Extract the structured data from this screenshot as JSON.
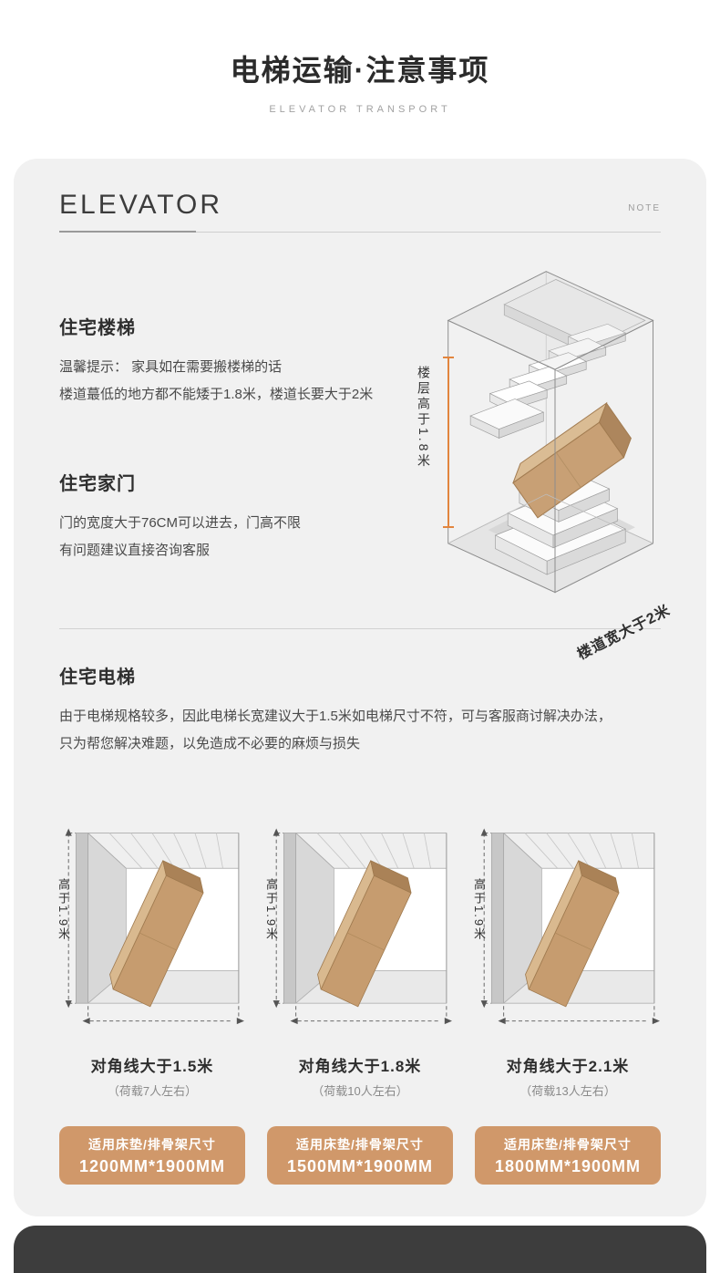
{
  "header": {
    "title": "电梯运输·注意事项",
    "subtitle": "ELEVATOR TRANSPORT"
  },
  "card": {
    "title": "ELEVATOR",
    "note": "NOTE",
    "stairs": {
      "heading": "住宅楼梯",
      "line1": "温馨提示： 家具如在需要搬楼梯的话",
      "line2": "楼道蕞低的地方都不能矮于1.8米，楼道长要大于2米",
      "diagram": {
        "height_label": "楼层高于1.8米",
        "width_label": "楼道宽大于2米"
      }
    },
    "door": {
      "heading": "住宅家门",
      "line1": "门的宽度大于76CM可以进去，门高不限",
      "line2": "有问题建议直接咨询客服"
    },
    "elevator": {
      "heading": "住宅电梯",
      "line1": "由于电梯规格较多，因此电梯长宽建议大于1.5米如电梯尺寸不符，可与客服商讨解决办法，",
      "line2": "只为帮您解决难题，以免造成不必要的麻烦与损失"
    },
    "elevators": [
      {
        "height_label": "高于1.9米",
        "diagonal_label": "对角线大于1.5米",
        "capacity": "（荷载7人左右）",
        "badge_title": "适用床垫/排骨架尺寸",
        "badge_size": "1200MM*1900MM"
      },
      {
        "height_label": "高于1.9米",
        "diagonal_label": "对角线大于1.8米",
        "capacity": "（荷载10人左右）",
        "badge_title": "适用床垫/排骨架尺寸",
        "badge_size": "1500MM*1900MM"
      },
      {
        "height_label": "高于1.9米",
        "diagonal_label": "对角线大于2.1米",
        "capacity": "（荷载13人左右）",
        "badge_title": "适用床垫/排骨架尺寸",
        "badge_size": "1800MM*1900MM"
      }
    ]
  },
  "colors": {
    "accent_orange": "#e2853e",
    "badge_bg": "#d0986a",
    "cardboard": "#c59b6d",
    "card_bg": "#f1f1f1",
    "footer_bg": "#3d3d3d"
  }
}
